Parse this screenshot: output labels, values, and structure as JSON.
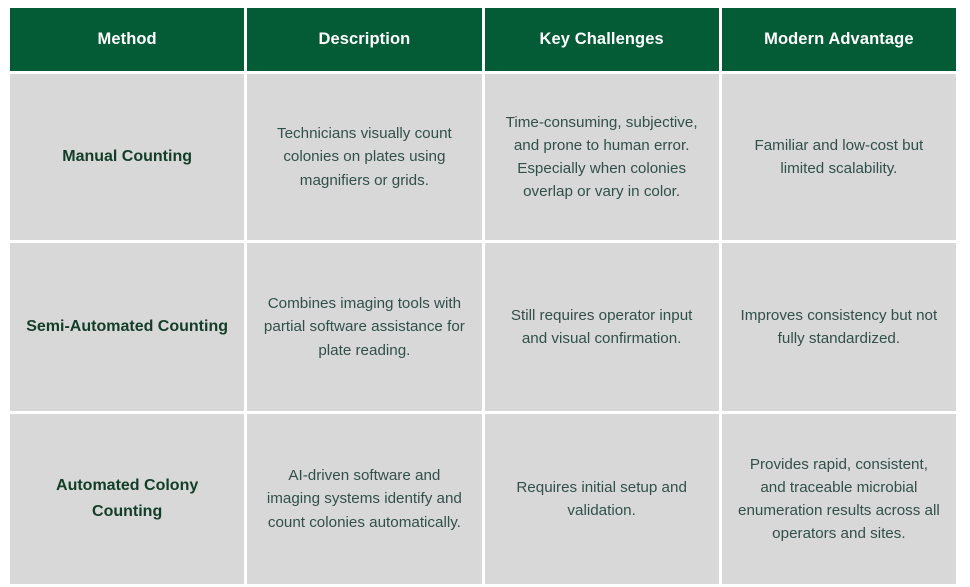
{
  "table": {
    "columns": [
      {
        "key": "method",
        "label": "Method"
      },
      {
        "key": "description",
        "label": "Description"
      },
      {
        "key": "challenges",
        "label": "Key Challenges"
      },
      {
        "key": "advantage",
        "label": "Modern Advantage"
      }
    ],
    "rows": [
      {
        "method": "Manual Counting",
        "description": "Technicians visually count colonies on plates using magnifiers or grids.",
        "challenges": "Time-consuming, subjective, and prone to human error. Especially when colonies overlap or vary in color.",
        "advantage": "Familiar and low-cost but limited scalability."
      },
      {
        "method": "Semi-Automated Counting",
        "description": "Combines imaging tools with partial software assistance for plate reading.",
        "challenges": "Still requires operator input and visual confirmation.",
        "advantage": "Improves consistency but not fully standardized."
      },
      {
        "method": "Automated Colony Counting",
        "description": "AI-driven software and imaging systems identify and count colonies automatically.",
        "challenges": "Requires initial setup and validation.",
        "advantage": "Provides rapid, consistent, and traceable microbial enumeration results across all operators and sites."
      }
    ]
  },
  "colors": {
    "header_background": "#045c36",
    "header_text": "#ffffff",
    "cell_background": "#d8d8d8",
    "cell_text": "#31504a",
    "method_text": "#123d26",
    "page_background": "#ffffff"
  }
}
